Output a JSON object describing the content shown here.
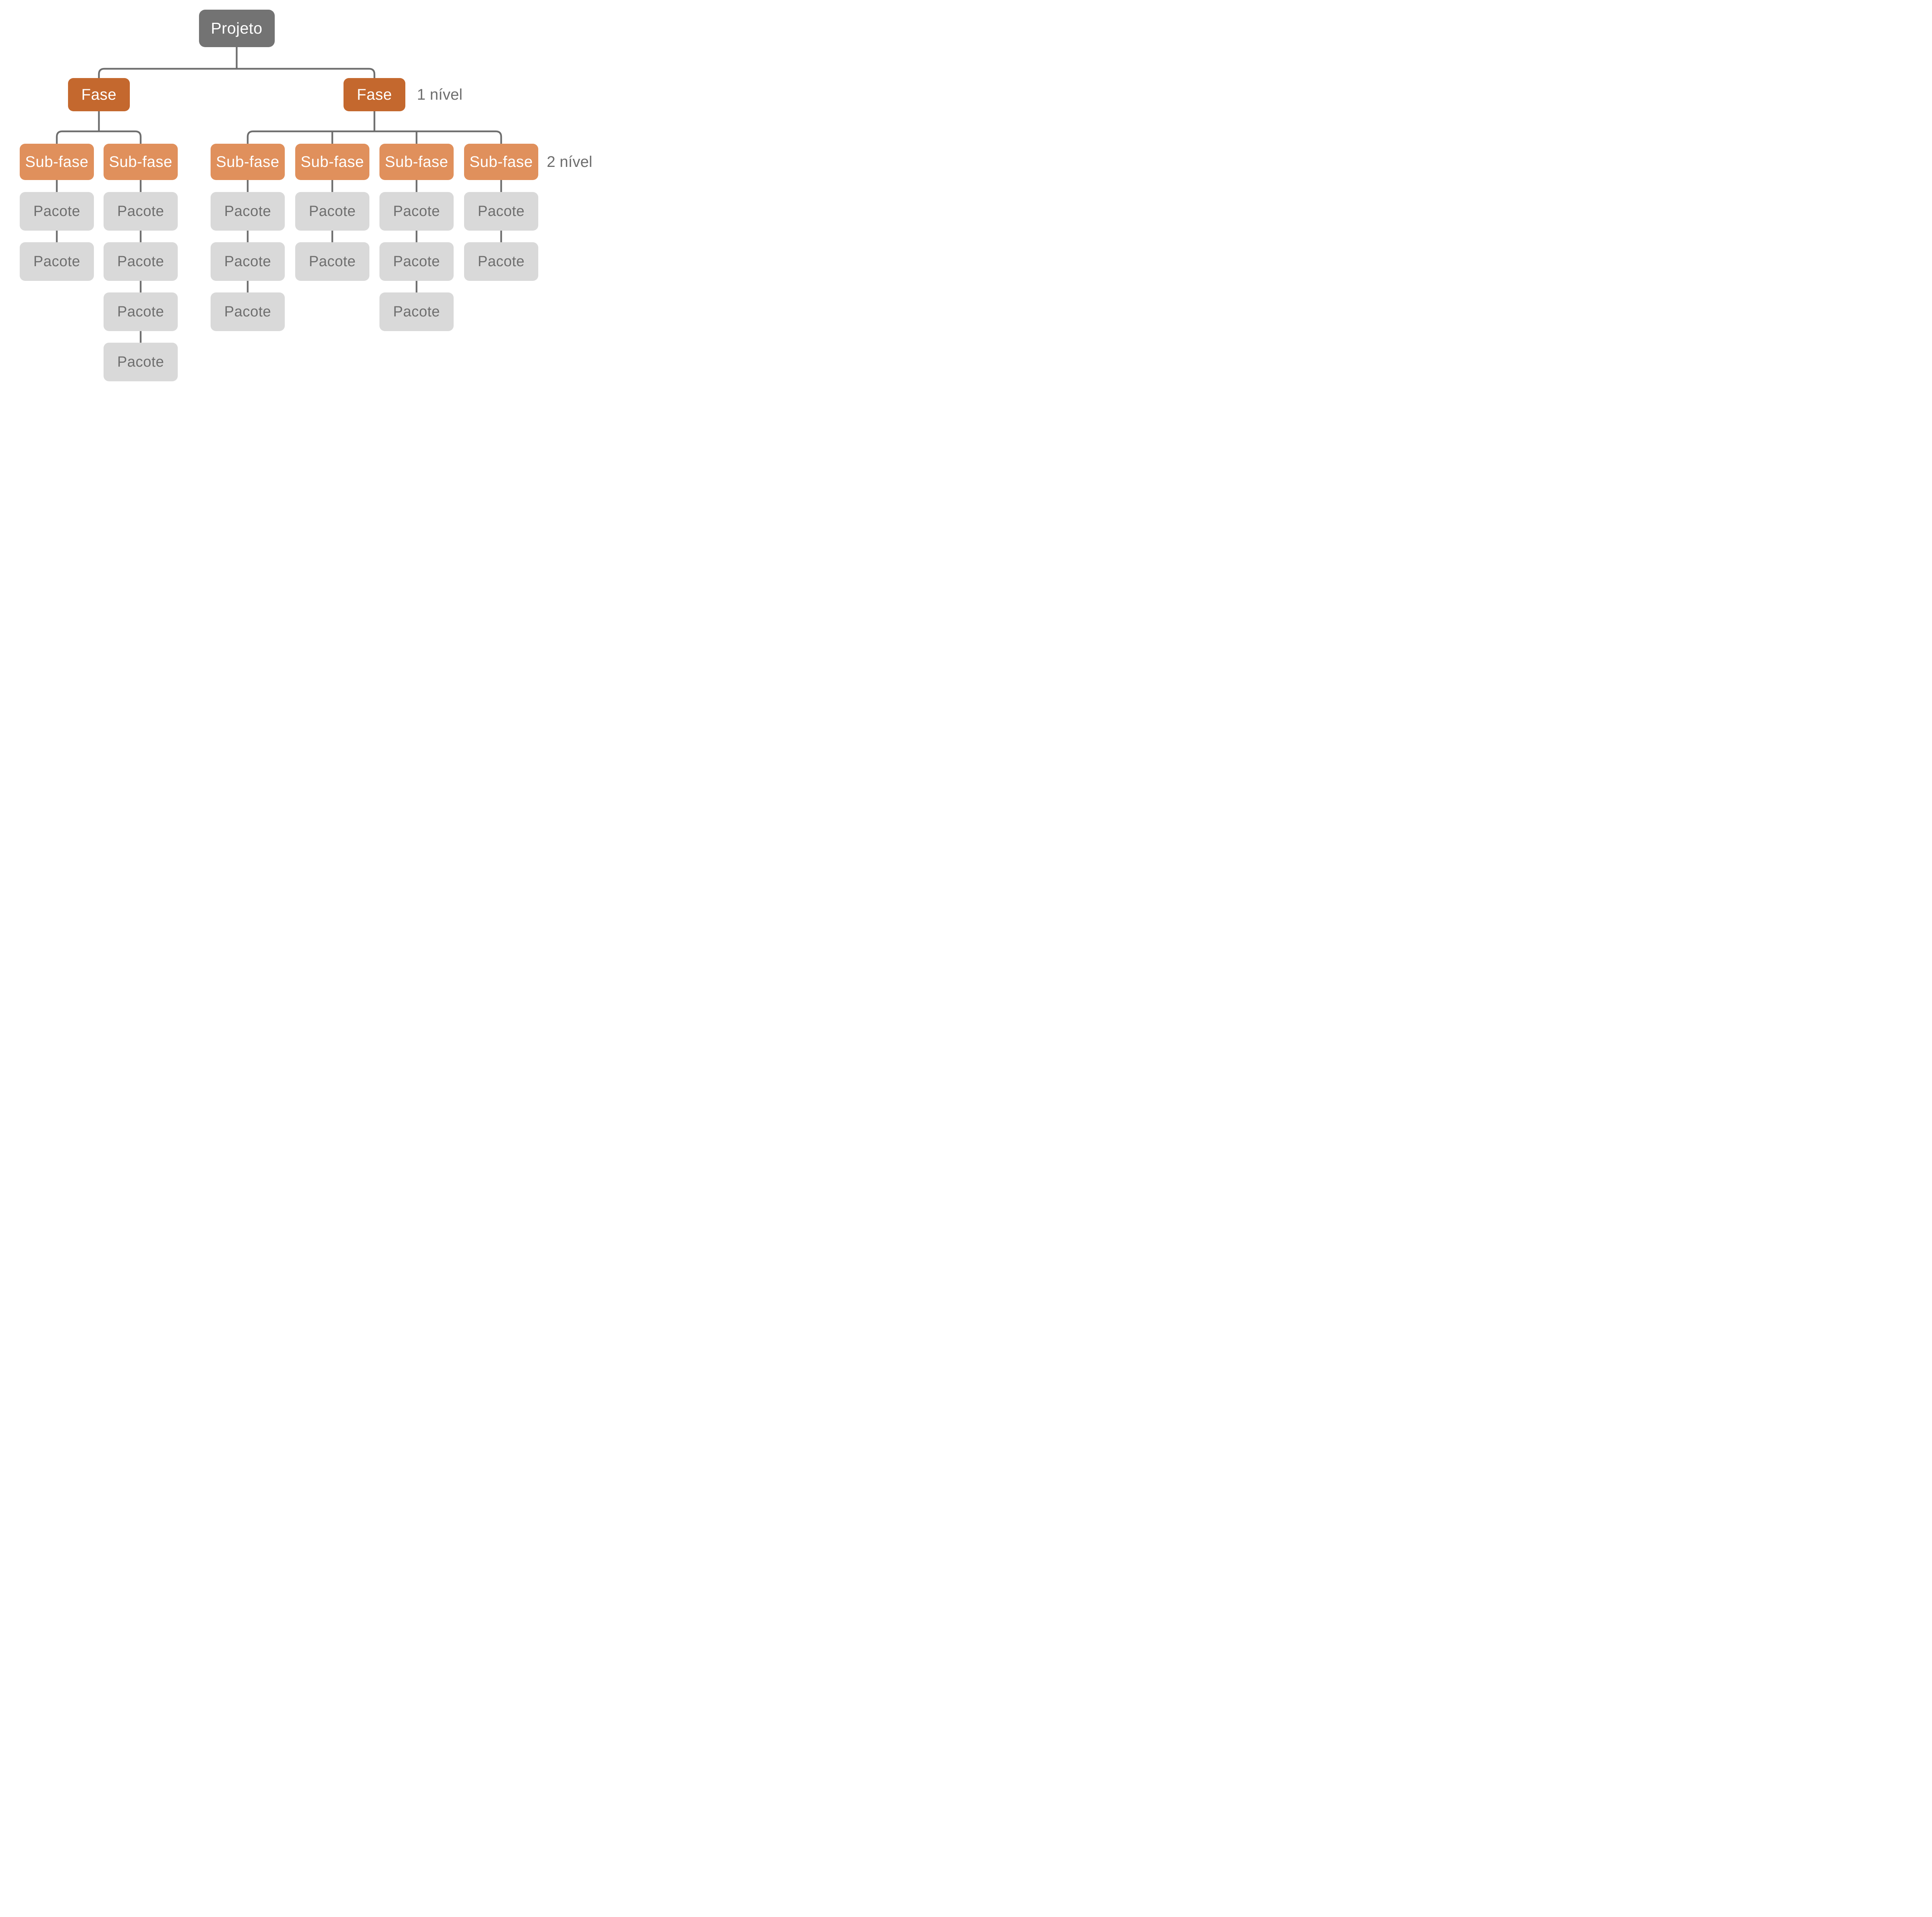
{
  "diagram": {
    "root": {
      "label": "Projeto"
    },
    "level_labels": [
      {
        "text": "1 nível"
      },
      {
        "text": "2 nível"
      }
    ],
    "phases": [
      {
        "label": "Fase",
        "subphases": [
          {
            "label": "Sub-fase",
            "packages": [
              "Pacote",
              "Pacote"
            ]
          },
          {
            "label": "Sub-fase",
            "packages": [
              "Pacote",
              "Pacote",
              "Pacote",
              "Pacote"
            ]
          }
        ]
      },
      {
        "label": "Fase",
        "subphases": [
          {
            "label": "Sub-fase",
            "packages": [
              "Pacote",
              "Pacote",
              "Pacote"
            ]
          },
          {
            "label": "Sub-fase",
            "packages": [
              "Pacote",
              "Pacote"
            ]
          },
          {
            "label": "Sub-fase",
            "packages": [
              "Pacote",
              "Pacote",
              "Pacote"
            ]
          },
          {
            "label": "Sub-fase",
            "packages": [
              "Pacote",
              "Pacote"
            ]
          }
        ]
      }
    ],
    "colors": {
      "root_fill": "#737373",
      "phase_fill": "#C4682E",
      "subphase_fill": "#E0905C",
      "package_fill": "#D9D9D9",
      "package_text": "#6F6F6F",
      "node_text": "#FFFFFF",
      "connector": "#6E6E6E",
      "label_text": "#6E6E6E",
      "background": "#FFFFFF"
    }
  }
}
